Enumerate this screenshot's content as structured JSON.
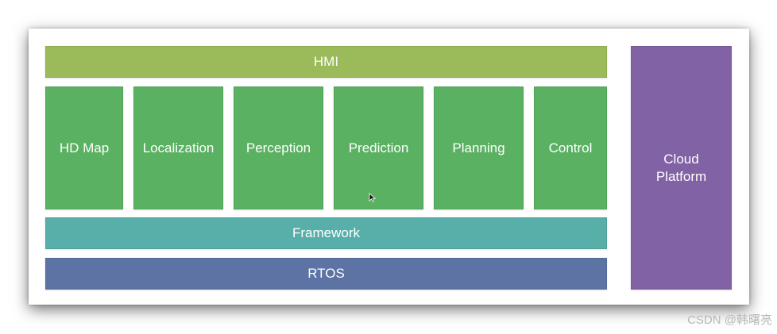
{
  "diagram": {
    "hmi": "HMI",
    "modules": [
      "HD Map",
      "Localization",
      "Perception",
      "Prediction",
      "Planning",
      "Control"
    ],
    "framework": "Framework",
    "rtos": "RTOS",
    "cloud": {
      "line1": "Cloud",
      "line2": "Platform"
    }
  },
  "colors": {
    "hmi": "#9bba5a",
    "module": "#5ab161",
    "framework": "#58aea8",
    "rtos": "#5c73a3",
    "cloud": "#8062a5"
  },
  "watermark": "CSDN @韩曙亮"
}
